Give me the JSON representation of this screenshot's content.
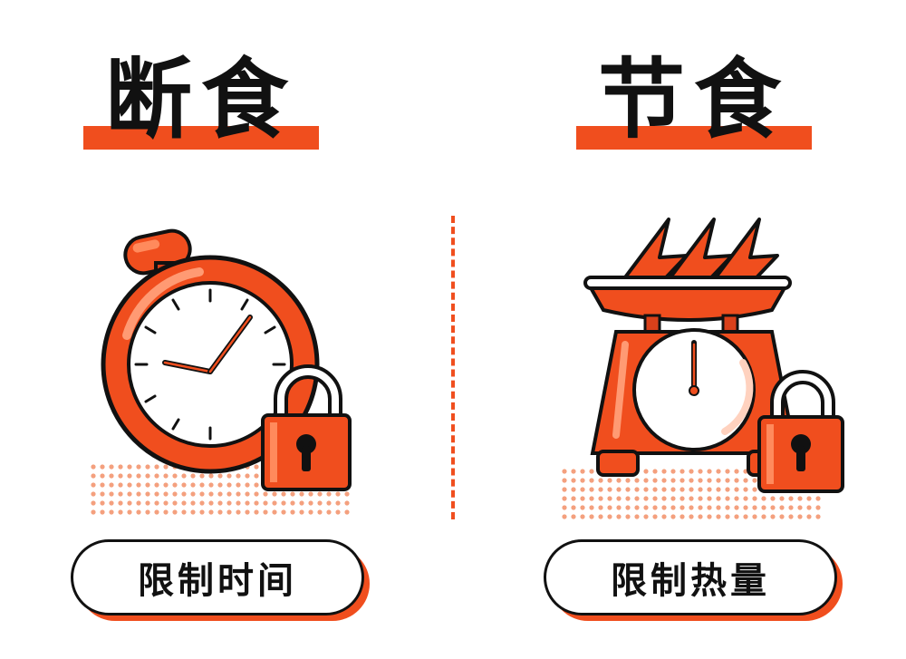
{
  "colors": {
    "accent": "#f04e1e",
    "accent_dark": "#d9401a",
    "ink": "#111111",
    "dot": "#f4a07e"
  },
  "left": {
    "title": "断食",
    "label": "限制时间",
    "icon": "stopwatch-with-padlock"
  },
  "right": {
    "title": "节食",
    "label": "限制热量",
    "icon": "kitchen-scale-with-padlock"
  }
}
